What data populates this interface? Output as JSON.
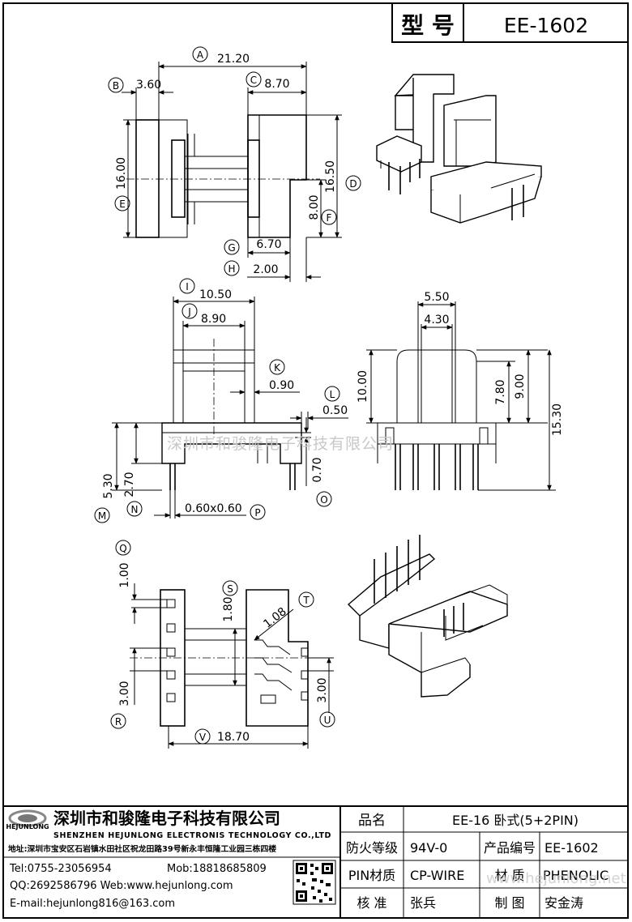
{
  "header": {
    "model_label": "型 号",
    "model_value": "EE-1602"
  },
  "dimensions": {
    "A": "21.20",
    "B": "3.60",
    "C": "8.70",
    "D": "16.50",
    "E": "16.00",
    "F": "8.00",
    "G": "6.70",
    "H": "2.00",
    "I": "10.50",
    "J": "8.90",
    "K": "0.90",
    "L": "0.50",
    "M": "5.30",
    "N": "2.70",
    "O": "0.70",
    "P": "0.60x0.60",
    "Q": "1.00",
    "R": "3.00",
    "S": "1.80",
    "T": "1.08",
    "U": "3.00",
    "V": "18.70",
    "top_w1": "5.50",
    "top_w2": "4.30",
    "h_10": "10.00",
    "h_78": "7.80",
    "h_90": "9.00",
    "h_153": "15.30"
  },
  "watermark": "深圳市和骏隆电子科技有限公司",
  "company": {
    "logo_text": "HEJUNLONG",
    "name_cn": "深圳市和骏隆电子科技有限公司",
    "name_en": "SHENZHEN HEJUNLONG ELECTRONIS TECHNOLOGY CO.,LTD",
    "address": "地址:深圳市宝安区石岩镇水田社区祝龙田路39号新永丰恒隆工业园三栋四楼",
    "tel": "Tel:0755-23056954",
    "mob": "Mob:18818685809",
    "qq_web": "QQ:2692586796 Web:www.hejunlong.com",
    "email": "E-mail:hejunlong816@163.com",
    "web_watermark": "www.hejunlong.net"
  },
  "spec_table": {
    "product_name_label": "品名",
    "product_name": "EE-16 卧式(5+2PIN)",
    "fire_label": "防火等级",
    "fire_value": "94V-0",
    "code_label": "产品编号",
    "code_value": "EE-1602",
    "pin_label": "PIN材质",
    "pin_value": "CP-WIRE",
    "material_label": "材 质",
    "material_value": "PHENOLIC",
    "check_label": "核 准",
    "check_value": "张兵",
    "draw_label": "制 图",
    "draw_value": "安金涛"
  }
}
